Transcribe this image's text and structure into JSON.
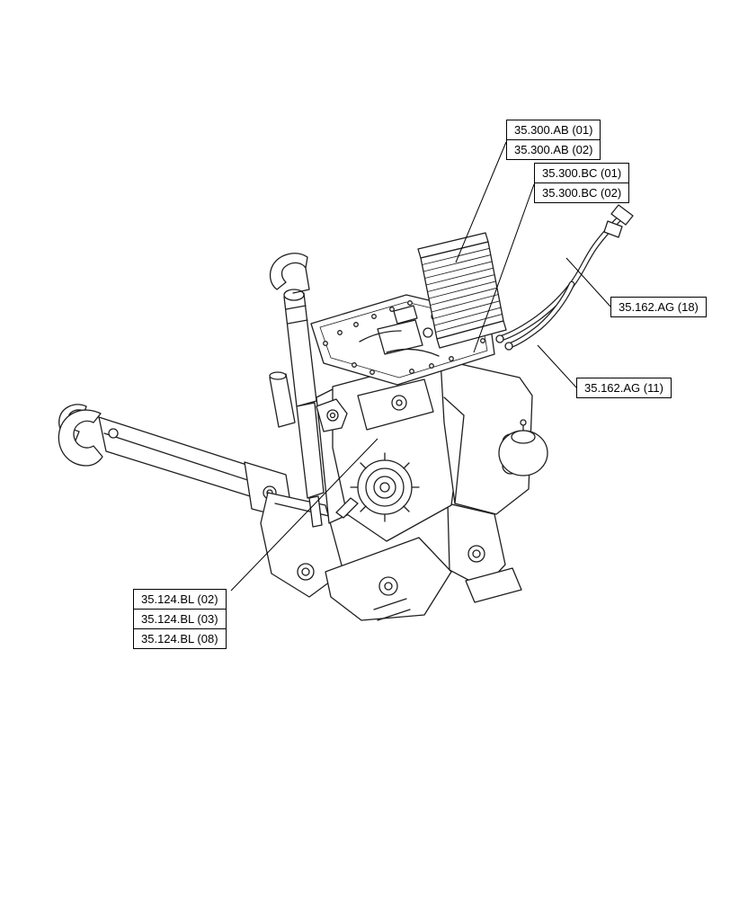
{
  "colors": {
    "background": "#ffffff",
    "line_art": "#1f1f1f",
    "callout_border": "#000000",
    "callout_text": "#000000"
  },
  "diagram": {
    "callouts": [
      {
        "id": "35-300-AB-01",
        "label": "35.300.AB (01)"
      },
      {
        "id": "35-300-AB-02",
        "label": "35.300.AB (02)"
      },
      {
        "id": "35-300-BC-01",
        "label": "35.300.BC (01)"
      },
      {
        "id": "35-300-BC-02",
        "label": "35.300.BC (02)"
      },
      {
        "id": "35-162-AG-18",
        "label": "35.162.AG (18)"
      },
      {
        "id": "35-162-AG-11",
        "label": "35.162.AG (11)"
      },
      {
        "id": "35-124-BL-02",
        "label": "35.124.BL (02)"
      },
      {
        "id": "35-124-BL-03",
        "label": "35.124.BL (03)"
      },
      {
        "id": "35-124-BL-08",
        "label": "35.124.BL (08)"
      }
    ]
  }
}
